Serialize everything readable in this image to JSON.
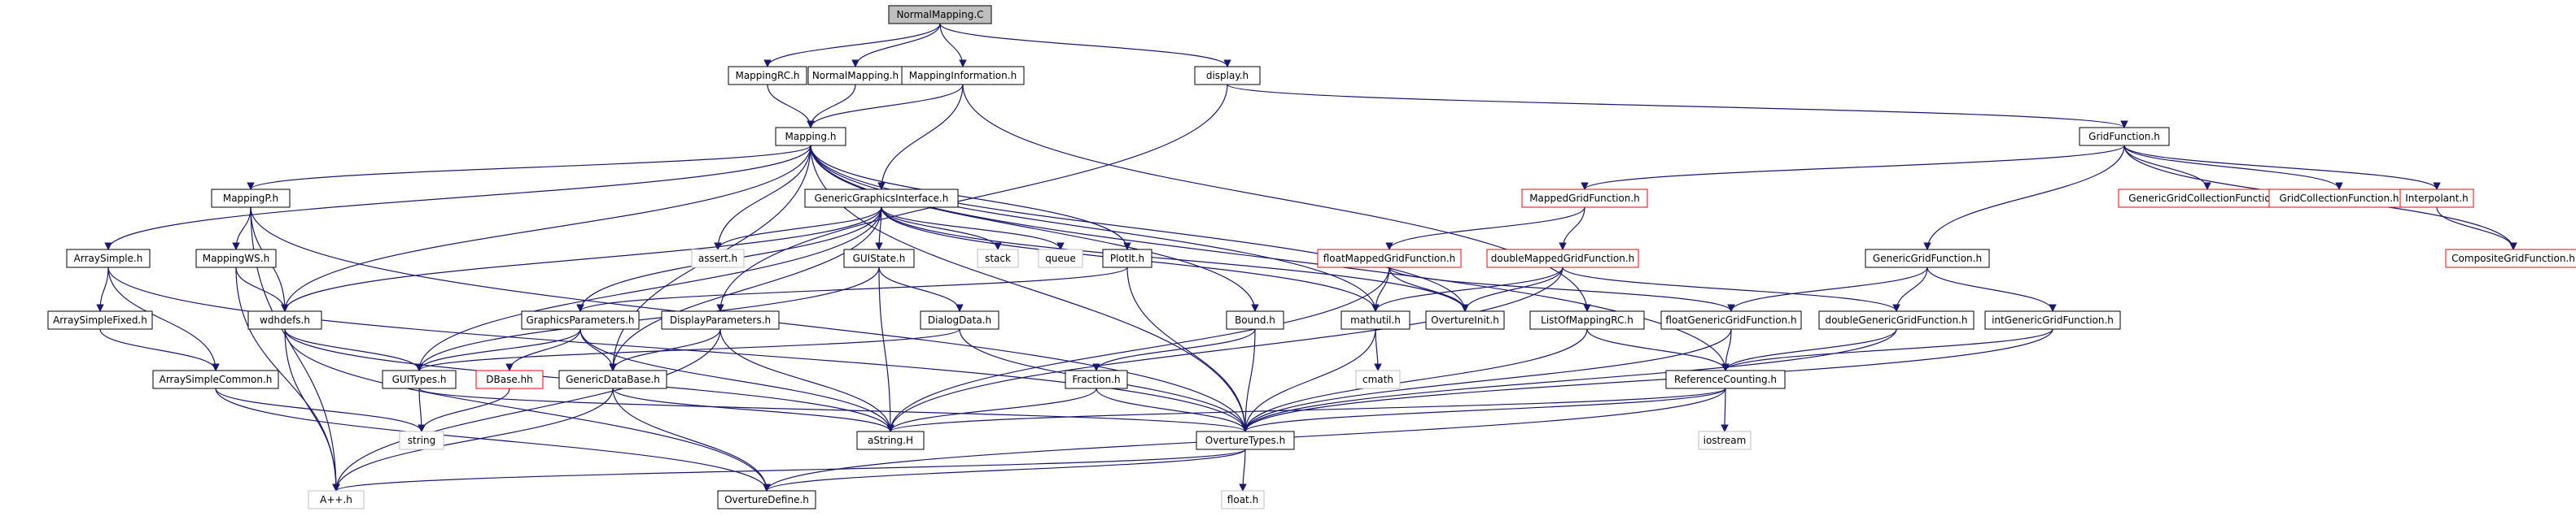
{
  "diagram": {
    "nodes": [
      {
        "id": "normalmapping_c",
        "label": "NormalMapping.C",
        "style": "root"
      },
      {
        "id": "mappingrc_h",
        "label": "MappingRC.h",
        "style": "doc"
      },
      {
        "id": "normalmapping_h",
        "label": "NormalMapping.h",
        "style": "doc"
      },
      {
        "id": "mappinginformation_h",
        "label": "MappingInformation.h",
        "style": "doc"
      },
      {
        "id": "display_h",
        "label": "display.h",
        "style": "doc"
      },
      {
        "id": "mapping_h",
        "label": "Mapping.h",
        "style": "doc"
      },
      {
        "id": "gridfunction_h",
        "label": "GridFunction.h",
        "style": "doc"
      },
      {
        "id": "mappingp_h",
        "label": "MappingP.h",
        "style": "doc"
      },
      {
        "id": "genericgraphicsinterface_h",
        "label": "GenericGraphicsInterface.h",
        "style": "doc"
      },
      {
        "id": "mappedgridfunction_h",
        "label": "MappedGridFunction.h",
        "style": "undoc"
      },
      {
        "id": "genericgridcollectionfunction_h",
        "label": "GenericGridCollectionFunction.h",
        "style": "undoc"
      },
      {
        "id": "gridcollectionfunction_h",
        "label": "GridCollectionFunction.h",
        "style": "undoc"
      },
      {
        "id": "interpolant_h",
        "label": "Interpolant.h",
        "style": "undoc"
      },
      {
        "id": "arraysimple_h",
        "label": "ArraySimple.h",
        "style": "doc"
      },
      {
        "id": "mappingws_h",
        "label": "MappingWS.h",
        "style": "doc"
      },
      {
        "id": "assert_h",
        "label": "assert.h",
        "style": "sys"
      },
      {
        "id": "guistate_h",
        "label": "GUIState.h",
        "style": "doc"
      },
      {
        "id": "stack",
        "label": "stack",
        "style": "sys"
      },
      {
        "id": "queue",
        "label": "queue",
        "style": "sys"
      },
      {
        "id": "plotit_h",
        "label": "PlotIt.h",
        "style": "doc"
      },
      {
        "id": "floatmappedgridfunction_h",
        "label": "floatMappedGridFunction.h",
        "style": "undoc"
      },
      {
        "id": "doublemappedgridfunction_h",
        "label": "doubleMappedGridFunction.h",
        "style": "undoc"
      },
      {
        "id": "genericgridfunction_h",
        "label": "GenericGridFunction.h",
        "style": "doc"
      },
      {
        "id": "compositegridfunction_h",
        "label": "CompositeGridFunction.h",
        "style": "undoc"
      },
      {
        "id": "arraysimplefixed_h",
        "label": "ArraySimpleFixed.h",
        "style": "doc"
      },
      {
        "id": "wdhdefs_h",
        "label": "wdhdefs.h",
        "style": "doc"
      },
      {
        "id": "graphicsparameters_h",
        "label": "GraphicsParameters.h",
        "style": "doc"
      },
      {
        "id": "displayparameters_h",
        "label": "DisplayParameters.h",
        "style": "doc"
      },
      {
        "id": "dialogdata_h",
        "label": "DialogData.h",
        "style": "doc"
      },
      {
        "id": "bound_h",
        "label": "Bound.h",
        "style": "doc"
      },
      {
        "id": "mathutil_h",
        "label": "mathutil.h",
        "style": "doc"
      },
      {
        "id": "overtureinit_h",
        "label": "OvertureInit.h",
        "style": "doc"
      },
      {
        "id": "listofmappingrc_h",
        "label": "ListOfMappingRC.h",
        "style": "doc"
      },
      {
        "id": "floatgenericgridfunction_h",
        "label": "floatGenericGridFunction.h",
        "style": "doc"
      },
      {
        "id": "doublegenericgridfunction_h",
        "label": "doubleGenericGridFunction.h",
        "style": "doc"
      },
      {
        "id": "intgenericgridfunction_h",
        "label": "intGenericGridFunction.h",
        "style": "doc"
      },
      {
        "id": "arraysimplecommon_h",
        "label": "ArraySimpleCommon.h",
        "style": "doc"
      },
      {
        "id": "guitypes_h",
        "label": "GUITypes.h",
        "style": "doc"
      },
      {
        "id": "dbase_hh",
        "label": "DBase.hh",
        "style": "undoc"
      },
      {
        "id": "genericdatabase_h",
        "label": "GenericDataBase.h",
        "style": "doc"
      },
      {
        "id": "fraction_h",
        "label": "Fraction.h",
        "style": "doc"
      },
      {
        "id": "cmath",
        "label": "cmath",
        "style": "sys"
      },
      {
        "id": "referencecounting_h",
        "label": "ReferenceCounting.h",
        "style": "doc"
      },
      {
        "id": "string",
        "label": "string",
        "style": "sys"
      },
      {
        "id": "astring_h",
        "label": "aString.H",
        "style": "doc"
      },
      {
        "id": "overturetypes_h",
        "label": "OvertureTypes.h",
        "style": "doc"
      },
      {
        "id": "iostream",
        "label": "iostream",
        "style": "sys"
      },
      {
        "id": "aplusplus_h",
        "label": "A++.h",
        "style": "sys"
      },
      {
        "id": "overturedefine_h",
        "label": "OvertureDefine.h",
        "style": "doc"
      },
      {
        "id": "float_h",
        "label": "float.h",
        "style": "sys"
      }
    ],
    "colors": {
      "edge": "#191970",
      "border_doc": "#000000",
      "border_undoc": "#ff0000",
      "border_sys": "#bfbfbf",
      "root_fill": "#bfbfbf",
      "node_fill": "#ffffff",
      "text": "#000000"
    }
  }
}
